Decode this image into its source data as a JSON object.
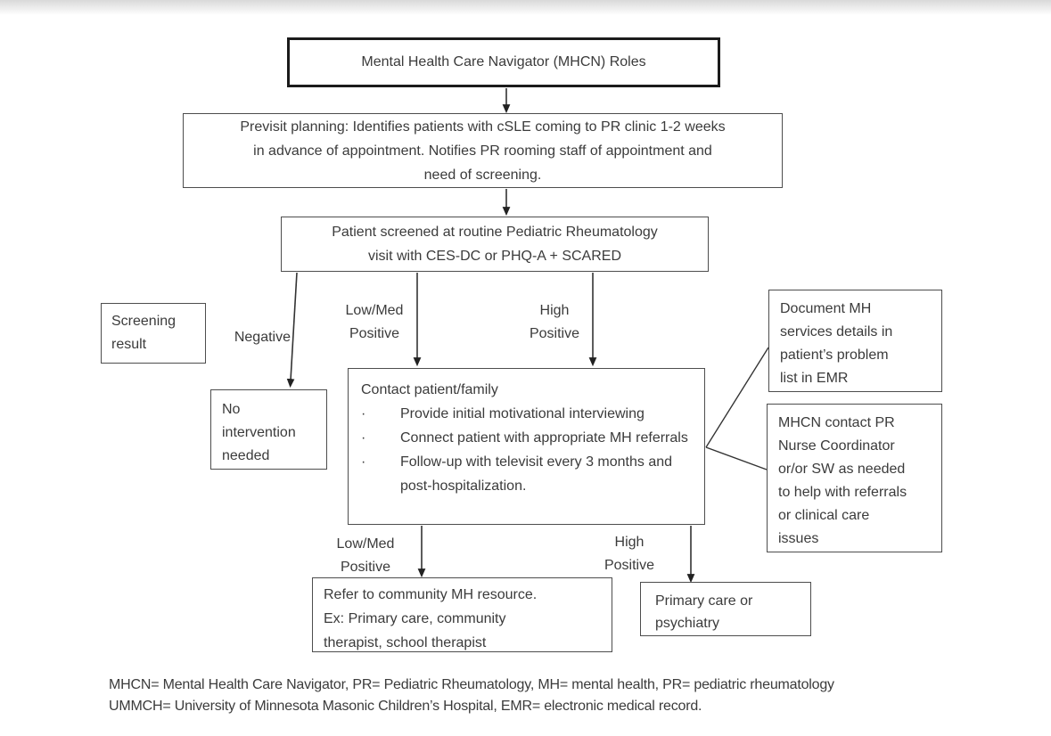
{
  "diagram": {
    "title": "Mental Health Care Navigator (MHCN) Roles",
    "nodes": {
      "previsit": "Previsit planning: Identifies patients with cSLE coming to PR clinic 1-2 weeks\nin advance of appointment. Notifies PR rooming staff of appointment and\nneed of screening.",
      "screened": "Patient screened at routine Pediatric Rheumatology\nvisit with CES-DC or PHQ-A + SCARED",
      "screening_result": "Screening\nresult",
      "no_intervention": "No\nintervention\nneeded",
      "contact": {
        "heading": "Contact patient/family",
        "bullet_glyph": "·",
        "bullets": [
          "Provide initial motivational interviewing",
          "Connect patient with appropriate MH referrals",
          "Follow-up with televisit every 3 months and post-hospitalization."
        ]
      },
      "document_emr": "Document MH\nservices details in\npatient’s problem\nlist in EMR",
      "mhcn_contact": "MHCN contact PR\nNurse Coordinator\nor/or SW as needed\nto help with referrals\nor clinical care\nissues",
      "refer_community": "Refer to community MH resource.\nEx: Primary care, community\ntherapist, school therapist",
      "primary_care": "Primary care or\npsychiatry"
    },
    "edge_labels": {
      "negative": "Negative",
      "low_med_top": "Low/Med\nPositive",
      "high_top": "High\nPositive",
      "low_med_bottom": "Low/Med\nPositive",
      "high_bottom": "High\nPositive"
    },
    "colors": {
      "line": "#333333",
      "text": "#3b3b3b",
      "box_border": "#4d4d4d",
      "title_border": "#1b1b1b",
      "background": "#ffffff",
      "top_fade": "#d9d9d9"
    }
  },
  "footer": {
    "line1": "MHCN= Mental Health Care Navigator, PR= Pediatric Rheumatology, MH= mental health, PR= pediatric rheumatology",
    "line2": "UMMCH= University of Minnesota Masonic Children’s Hospital, EMR= electronic medical record."
  }
}
